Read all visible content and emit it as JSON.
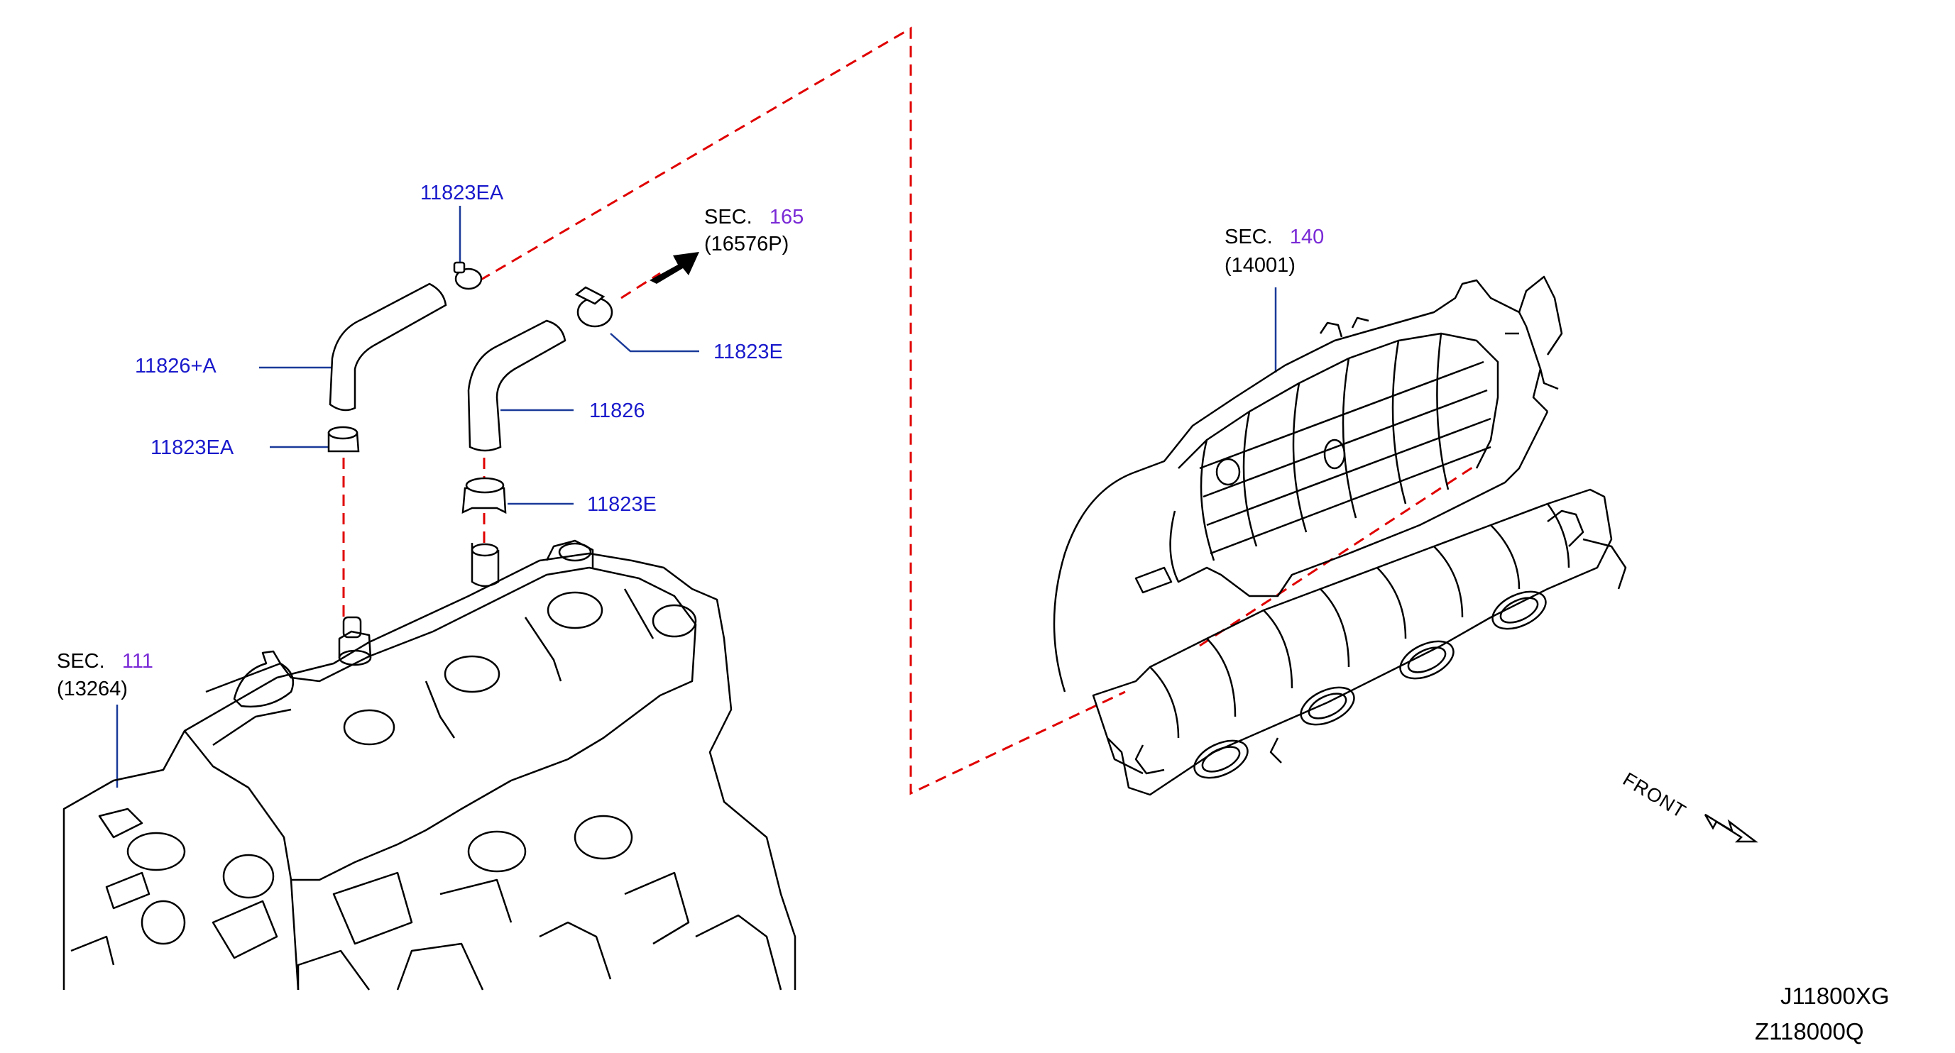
{
  "labels": {
    "p_11823EA_top": "11823EA",
    "p_11826A": "11826+A",
    "p_11823EA_bottom": "11823EA",
    "p_11826": "11826",
    "p_11823E_top": "11823E",
    "p_11823E_bottom": "11823E"
  },
  "sections": {
    "s165": {
      "sec": "SEC.",
      "num": "165",
      "ref": "(16576P)"
    },
    "s111": {
      "sec": "SEC.",
      "num": "111",
      "ref": "(13264)"
    },
    "s140": {
      "sec": "SEC.",
      "num": "140",
      "ref": "(14001)"
    }
  },
  "front_label": "FRONT",
  "codes": {
    "code1": "J11800XG",
    "code2": "Z118000Q"
  },
  "colors": {
    "part_link": "#1a1acc",
    "section_link": "#7a2ad6",
    "leader": "#1a3a99",
    "dash": "#e00000"
  }
}
